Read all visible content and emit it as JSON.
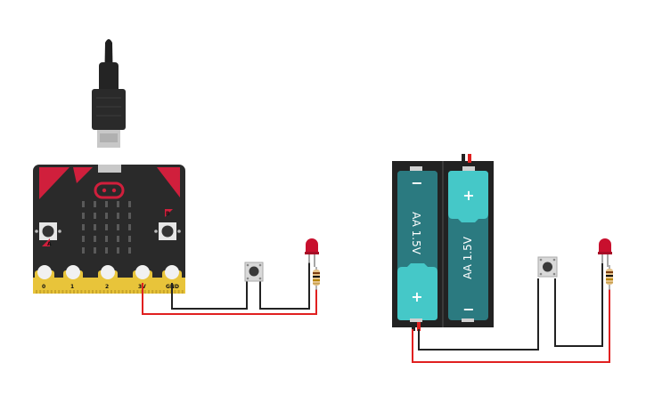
{
  "circuit": {
    "microbit": {
      "pins": [
        "0",
        "1",
        "2",
        "3V",
        "GND"
      ],
      "button_a_letter": "A",
      "button_b_letter": "B",
      "led_rows": 5,
      "led_cols": 5
    },
    "battery_pack": {
      "cells": [
        {
          "label": "AA 1.5V",
          "top_sign": "−",
          "bottom_sign": "+"
        },
        {
          "label": "AA 1.5V",
          "top_sign": "+",
          "bottom_sign": "−"
        }
      ]
    },
    "colors": {
      "board": "#2a2a2a",
      "board_red": "#d01f3c",
      "pad_gold": "#e8c43a",
      "wire_red": "#e02020",
      "wire_black": "#222222",
      "battery_teal": "#2b7a80",
      "battery_cyan": "#45c8c8",
      "led_red": "#c8102e",
      "cable_black": "#1f1f1f",
      "connector_silver": "#c8c8c8"
    }
  }
}
